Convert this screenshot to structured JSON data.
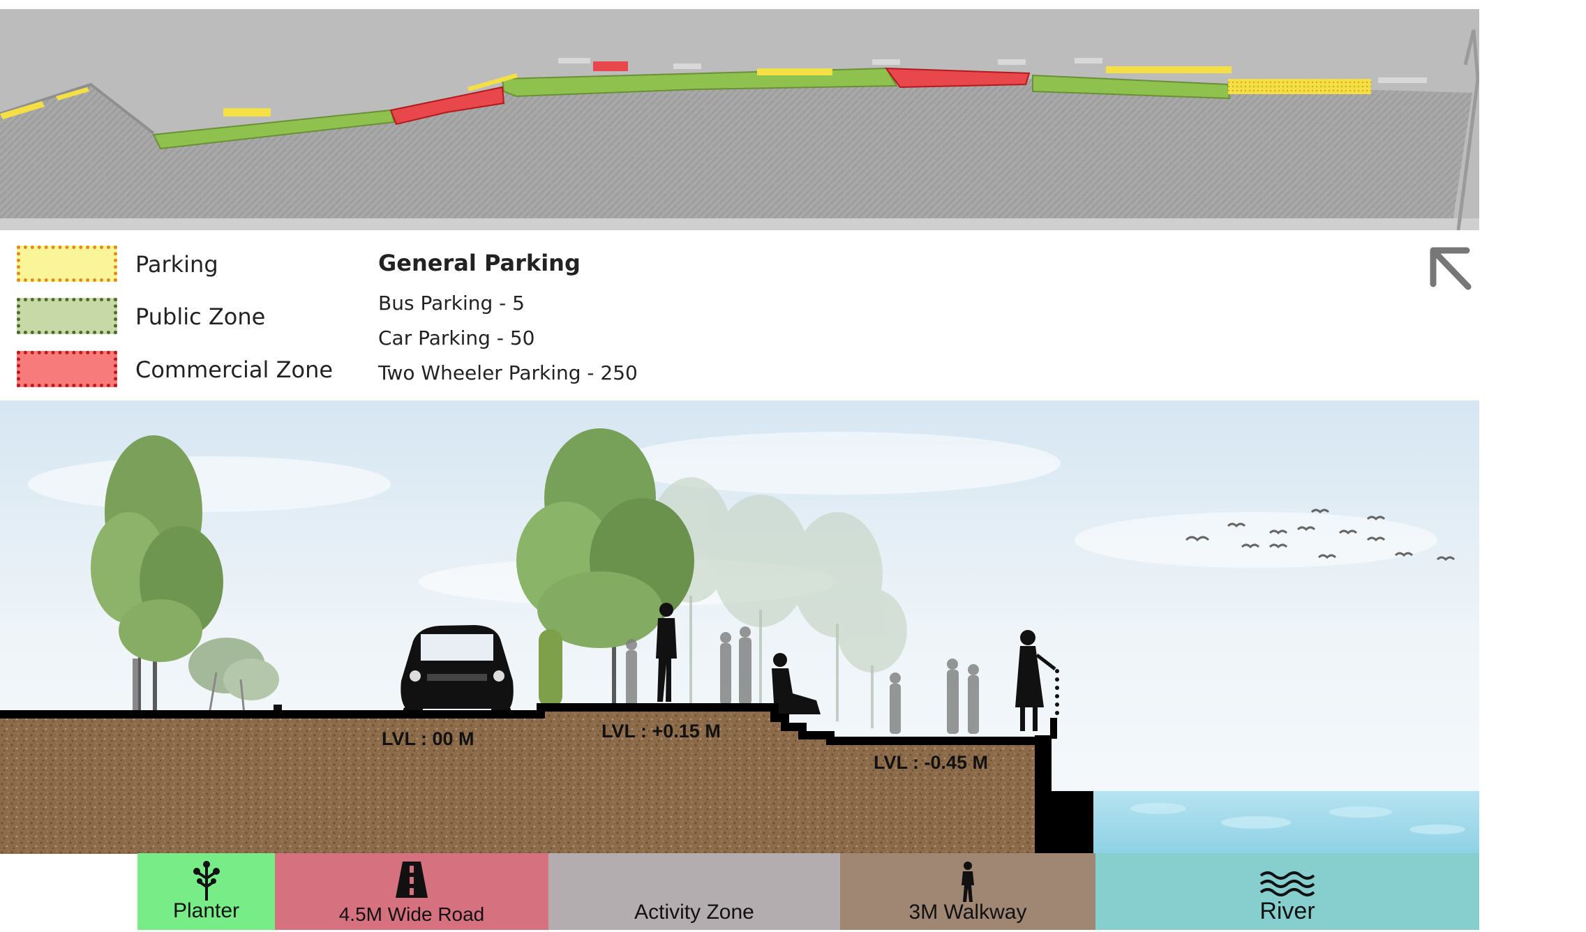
{
  "legend": {
    "items": [
      {
        "label": "Parking",
        "fill": "#fbf59a",
        "border": "#e38a1d"
      },
      {
        "label": "Public Zone",
        "fill": "#c7d9a6",
        "border": "#4f6b2c"
      },
      {
        "label": "Commercial Zone",
        "fill": "#f77b7b",
        "border": "#c21818"
      }
    ]
  },
  "parking_summary": {
    "title": "General Parking",
    "rows": [
      "Bus Parking  - 5",
      "Car Parking  - 50",
      "Two Wheeler Parking  - 250"
    ]
  },
  "north_arrow": {
    "icon": "north-arrow-icon"
  },
  "section": {
    "levels": [
      "LVL : 00 M",
      "LVL : +0.15 M",
      "LVL : -0.45 M"
    ],
    "colors": {
      "sky": "#dce9f3",
      "soil": "#8c6b4a",
      "water": "#a3dbea"
    }
  },
  "zones": [
    {
      "label": "Planter",
      "color": "#78ec86",
      "icon": "tree-icon"
    },
    {
      "label": "4.5M Wide Road",
      "color": "#d6727f",
      "icon": "road-icon"
    },
    {
      "label": "Activity Zone",
      "color": "#b3adaf",
      "icon": ""
    },
    {
      "label": "3M Walkway",
      "color": "#9f8773",
      "icon": "pedestrian-icon"
    },
    {
      "label": "River",
      "color": "#87cfcf",
      "icon": "waves-icon"
    }
  ]
}
